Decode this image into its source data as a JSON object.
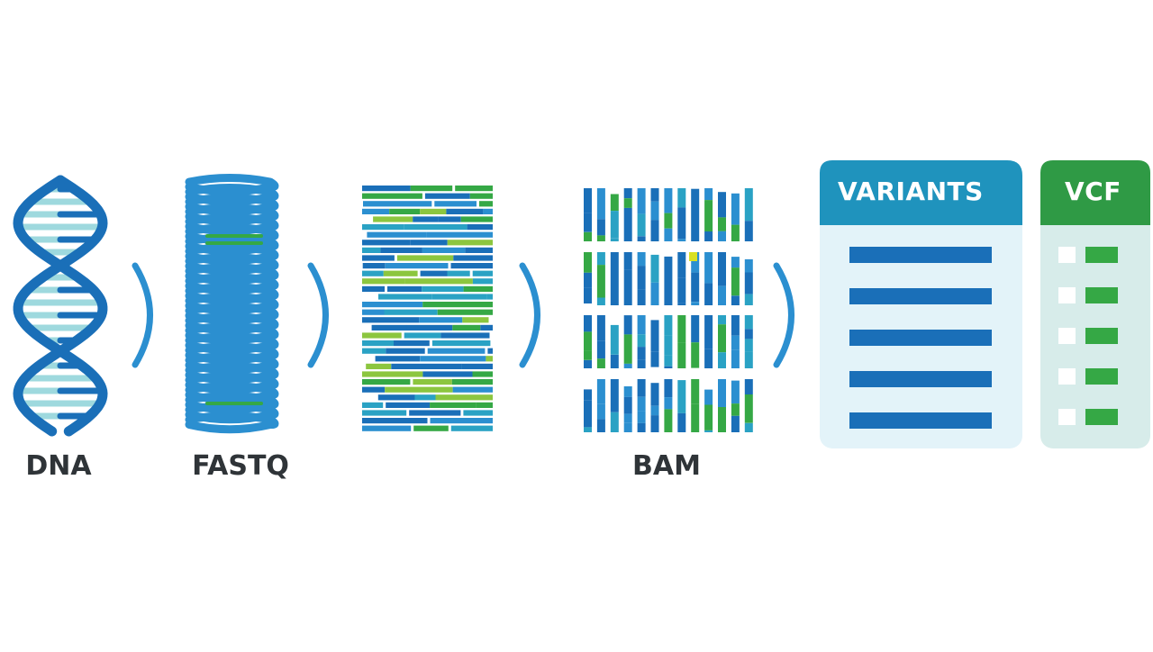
{
  "colors": {
    "blue": "#1a6fb8",
    "blue_light": "#2b8fd0",
    "teal": "#2aa2c4",
    "green": "#35a845",
    "lime": "#8cc63f",
    "pale_teal": "#9ed9de",
    "panel_blue_bg": "#e3f3f9",
    "panel_green_bg": "#d7ecea",
    "variants_header": "#1f93bd",
    "vcf_header": "#2f9a45"
  },
  "stages": [
    {
      "id": "dna",
      "label": "DNA",
      "icon": "dna-helix-icon"
    },
    {
      "id": "fastq",
      "label": "FASTQ",
      "icon": "coiled-reads-icon"
    },
    {
      "id": "aligned",
      "label": "",
      "icon": "read-alignment-icon"
    },
    {
      "id": "bam",
      "label": "BAM",
      "icon": "bam-blocks-icon"
    }
  ],
  "variants_panel": {
    "title": "VARIANTS",
    "rows": 5
  },
  "vcf_panel": {
    "title": "VCF",
    "rows": 5
  }
}
